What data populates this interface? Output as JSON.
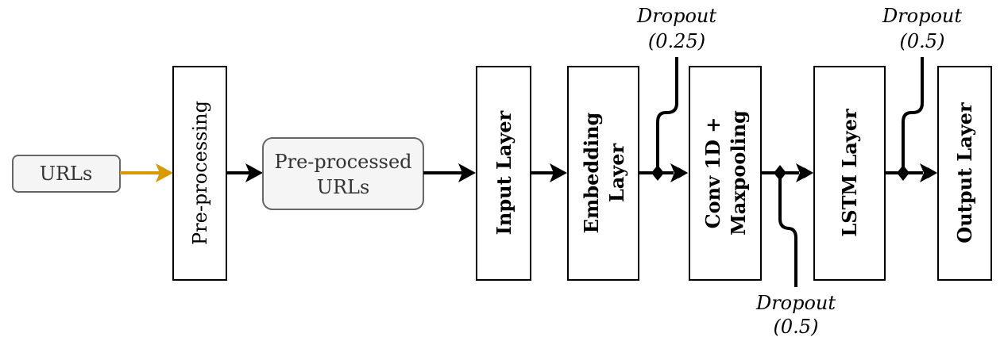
{
  "diagram": {
    "input": {
      "label": "URLs"
    },
    "preprocessing": {
      "label": "Pre-processing"
    },
    "preprocessed": {
      "line1": "Pre-processed",
      "line2": "URLs"
    },
    "layers": {
      "input": {
        "label": "Input Layer"
      },
      "embedding": {
        "line1": "Embedding",
        "line2": "Layer"
      },
      "conv": {
        "line1": "Conv 1D +",
        "line2": "Maxpooling"
      },
      "lstm": {
        "label": "LSTM Layer"
      },
      "output": {
        "label": "Output Layer"
      }
    },
    "dropouts": {
      "after_embedding": {
        "label": "Dropout",
        "rate": "(0.25)"
      },
      "after_conv": {
        "label": "Dropout",
        "rate": "(0.5)"
      },
      "after_lstm": {
        "label": "Dropout",
        "rate": "(0.5)"
      }
    },
    "colors": {
      "input_arrow": "#d79b00",
      "rounded_fill": "#f5f5f5",
      "rounded_stroke": "#666666",
      "line": "#000000"
    }
  }
}
